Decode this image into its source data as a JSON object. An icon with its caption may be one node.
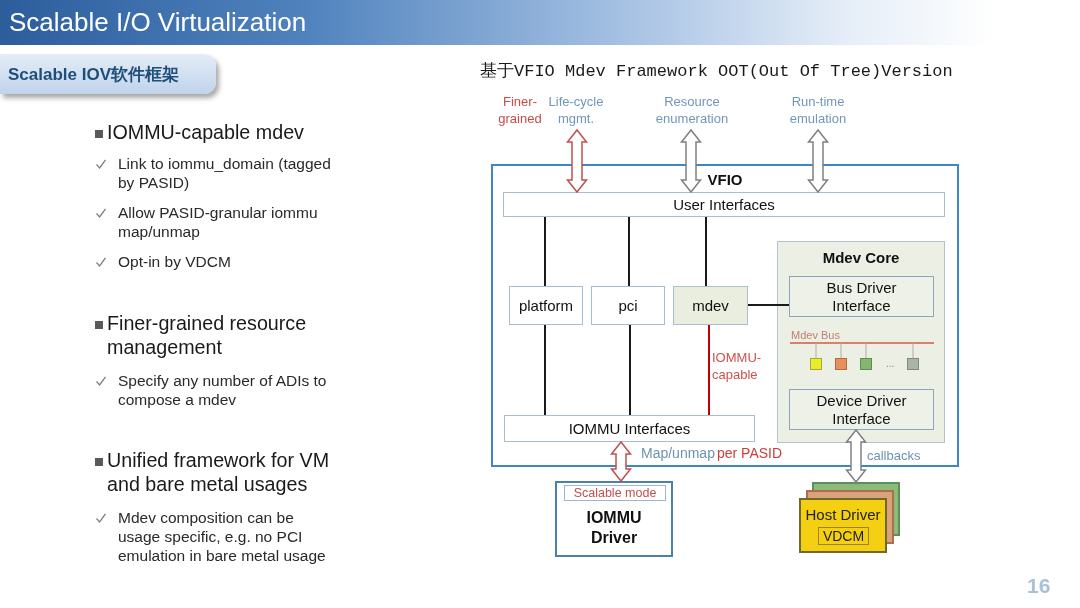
{
  "diagram": {
    "title": "Scalable I/O Virtualization",
    "nodes": [
      {
        "text": [
          "Scalable IOV软件框架"
        ]
      },
      {
        "text": [
          "Life-cycle mgmt."
        ],
        "beside": [
          "Finer-grained"
        ]
      },
      {
        "text": [
          "Resource enumeration"
        ]
      },
      {
        "text": [
          "Run-time emulation"
        ]
      },
      {
        "text": [
          "VFIO"
        ]
      },
      {
        "text": [
          "User Interfaces"
        ],
        "in": 4
      },
      {
        "text": [
          "platform"
        ],
        "in": 4
      },
      {
        "text": [
          "pci"
        ],
        "in": 4
      },
      {
        "text": [
          "mdev"
        ],
        "in": 4
      },
      {
        "text": [
          "Mdev Core"
        ],
        "in": 4
      },
      {
        "text": [
          "Bus Driver Interface"
        ],
        "in": 9
      },
      {
        "text": [
          "Device Driver Interface"
        ],
        "in": 9
      },
      {
        "text": [
          "IOMMU Interfaces"
        ],
        "in": 4
      },
      {
        "text": [
          "IOMMU Driver"
        ]
      },
      {
        "text": [
          "Scalable mode"
        ],
        "in": 13
      },
      {
        "text": [
          "Host Driver"
        ]
      },
      {
        "text": [
          "VDCM"
        ],
        "in": 15
      }
    ],
    "edges": [
      {
        "from": 1,
        "to": 5,
        "arrow": "both",
        "style": "thick",
        "color": "#c0504d"
      },
      {
        "from": 2,
        "to": 5,
        "arrow": "both",
        "style": "thick",
        "color": "#808080"
      },
      {
        "from": 3,
        "to": 5,
        "arrow": "both",
        "style": "thick",
        "color": "#808080"
      },
      {
        "from": 5,
        "to": 6,
        "arrow": "none"
      },
      {
        "from": 5,
        "to": 7,
        "arrow": "none"
      },
      {
        "from": 5,
        "to": 8,
        "arrow": "none"
      },
      {
        "from": 8,
        "to": 10,
        "arrow": "none"
      },
      {
        "from": 6,
        "to": 12,
        "arrow": "none"
      },
      {
        "from": 7,
        "to": 12,
        "arrow": "none"
      },
      {
        "from": 8,
        "to": 12,
        "arrow": "none",
        "label": "IOMMU-capable",
        "color": "#c00000"
      },
      {
        "from": 12,
        "to": 13,
        "arrow": "both",
        "style": "thick",
        "color": "#c0504d"
      },
      {
        "from": 11,
        "to": 15,
        "arrow": "both",
        "style": "thick",
        "color": "#808080",
        "label": "callbacks"
      }
    ],
    "labels": [
      "IOMMU-capable mdev",
      "Link to iommu_domain (tagged by PASID)",
      "Allow PASID-granular iommu map/unmap",
      "Opt-in by VDCM",
      "Finer-grained resource management",
      "Specify any number of ADIs to compose a mdev",
      "Unified framework for VM and bare metal usages",
      "Mdev composition can be usage specific, e.g. no PCI emulation in bare metal usage",
      "基于VFIO Mdev Framework OOT(Out Of Tree)Version",
      "Mdev Bus",
      "...",
      "Map/unmap",
      "per PASID",
      "16"
    ]
  }
}
